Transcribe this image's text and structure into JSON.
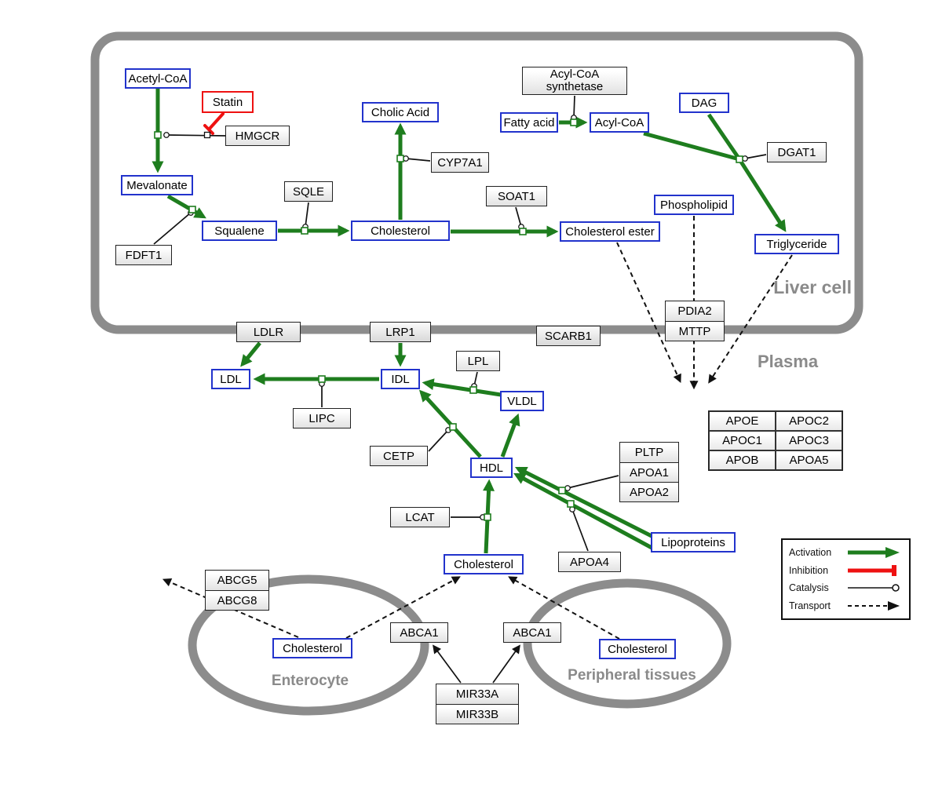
{
  "compartments": {
    "liver": "Liver cell",
    "plasma": "Plasma",
    "enterocyte": "Enterocyte",
    "peripheral": "Peripheral tissues"
  },
  "metabolites": {
    "acetyl_coa": "Acetyl-CoA",
    "mevalonate": "Mevalonate",
    "squalene": "Squalene",
    "cholesterol_liver": "Cholesterol",
    "cholic_acid": "Cholic Acid",
    "fatty_acid": "Fatty acid",
    "acyl_coa": "Acyl-CoA",
    "dag": "DAG",
    "phospholipid": "Phospholipid",
    "cholesterol_ester": "Cholesterol ester",
    "triglyceride": "Triglyceride",
    "ldl": "LDL",
    "idl": "IDL",
    "vldl": "VLDL",
    "hdl": "HDL",
    "cholesterol_plasma": "Cholesterol",
    "lipoproteins": "Lipoproteins",
    "cholesterol_enterocyte": "Cholesterol",
    "cholesterol_peripheral": "Cholesterol"
  },
  "drug": {
    "statin": "Statin"
  },
  "enzymes": {
    "hmgcr": "HMGCR",
    "fdft1": "FDFT1",
    "sqle": "SQLE",
    "cyp7a1": "CYP7A1",
    "soat1": "SOAT1",
    "acyl_coa_synthetase": "Acyl-CoA synthetase",
    "dgat1": "DGAT1",
    "pdia2": "PDIA2",
    "mttp": "MTTP",
    "ldlr": "LDLR",
    "lrp1": "LRP1",
    "scarb1": "SCARB1",
    "lipc": "LIPC",
    "lpl": "LPL",
    "cetp": "CETP",
    "lcat": "LCAT",
    "pltp": "PLTP",
    "apoa1": "APOA1",
    "apoa2": "APOA2",
    "apoa4": "APOA4",
    "abcg5": "ABCG5",
    "abcg8": "ABCG8",
    "abca1_enterocyte": "ABCA1",
    "abca1_peripheral": "ABCA1",
    "mir33a": "MIR33A",
    "mir33b": "MIR33B"
  },
  "apolipoproteins": {
    "rows": [
      [
        "APOE",
        "APOC2"
      ],
      [
        "APOC1",
        "APOC3"
      ],
      [
        "APOB",
        "APOA5"
      ]
    ]
  },
  "legend": {
    "activation": "Activation",
    "inhibition": "Inhibition",
    "catalysis": "Catalysis",
    "transport": "Transport"
  },
  "colors": {
    "activation": "#1e7d1e",
    "inhibition": "#ee1111",
    "catalysis": "#111111",
    "transport": "#111111",
    "metabolite_border": "#2233cc",
    "enzyme_border": "#222222",
    "compartment_border": "#8c8c8c"
  }
}
